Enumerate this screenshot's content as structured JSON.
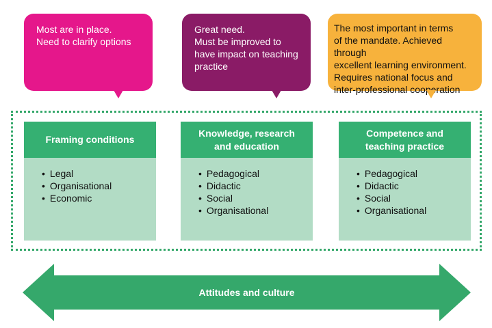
{
  "bubbles": [
    {
      "text": "Most are in place.\nNeed to clarify options",
      "color": "#e5178b"
    },
    {
      "text": "Great need.\nMust be improved to\nhave impact on teaching\npractice",
      "color": "#8a1b66"
    },
    {
      "text": "The most important in terms\nof the mandate. Achieved through\nexcellent learning environment.\nRequires national focus and\ninter-professional cooperation",
      "color": "#f7b23c"
    }
  ],
  "columns": [
    {
      "title": "Framing conditions",
      "items": [
        "Legal",
        "Organisational",
        "Economic"
      ]
    },
    {
      "title": "Knowledge, research\nand education",
      "items": [
        "Pedagogical",
        "Didactic",
        "Social",
        "Organisational"
      ]
    },
    {
      "title": "Competence and\nteaching practice",
      "items": [
        "Pedagogical",
        "Didactic",
        "Social",
        "Organisational"
      ]
    }
  ],
  "arrow": {
    "label": "Attitudes and culture",
    "color": "#35a86b"
  },
  "colors": {
    "header_green": "#35b072",
    "body_green": "#b2dcc5",
    "frame_dots": "#35a86b"
  }
}
